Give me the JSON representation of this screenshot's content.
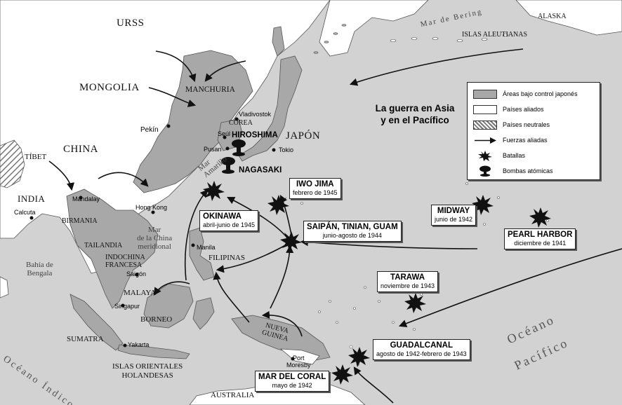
{
  "countries": {
    "urss": "URSS",
    "mongolia": "MONGOLIA",
    "manchuria": "MANCHURIA",
    "china": "CHINA",
    "tibet": "TÍBET",
    "india": "INDIA",
    "japon": "JAPÓN",
    "corea": "COREA",
    "birmania": "BIRMANIA",
    "tailandia": "TAILANDIA",
    "indochina1": "INDOCHINA",
    "indochina2": "FRANCESA",
    "filipinas": "FILIPINAS",
    "malaya": "MALAYA",
    "borneo": "BORNEO",
    "sumatra": "SUMATRA",
    "islas_orientales1": "ISLAS ORIENTALES",
    "islas_orientales2": "HOLANDESAS",
    "nueva_guinea1": "NUEVA",
    "nueva_guinea2": "GUINEA",
    "australia": "AUSTRALIA",
    "alaska": "ALASKA",
    "aleutianas": "ISLAS ALEUTIANAS"
  },
  "seas": {
    "bering": "Mar de Bering",
    "amarillo1": "Mar",
    "amarillo2": "Amarillo",
    "china_meridional1": "Mar",
    "china_meridional2": "de la China",
    "china_meridional3": "meridional",
    "bengala1": "Bahía de",
    "bengala2": "Bengala",
    "indico": "Océano Índico",
    "pacifico1": "Océano",
    "pacifico2": "Pacífico"
  },
  "cities": {
    "vladivostok": "Vladivostok",
    "pekin": "Pekín",
    "seul": "Seúl",
    "pusan": "Pusan",
    "tokio": "Tokio",
    "hong_kong": "Hong Kong",
    "mandalay": "Mandalay",
    "calcuta": "Calcuta",
    "manila": "Manila",
    "saigon": "Saigón",
    "singapur": "Singapur",
    "yakarta": "Yakarta",
    "port_moresby1": "Port",
    "port_moresby2": "Moresby"
  },
  "atomic": {
    "hiroshima": "HIROSHIMA",
    "nagasaki": "NAGASAKI"
  },
  "title": {
    "line1": "La guerra en Asia",
    "line2": "y en el Pacífico"
  },
  "legend": {
    "items": [
      {
        "label": "Áreas bajo control japonés"
      },
      {
        "label": "Países aliados"
      },
      {
        "label": "Países neutrales"
      },
      {
        "label": "Fuerzas aliadas"
      },
      {
        "label": "Batallas"
      },
      {
        "label": "Bombas atómicas"
      }
    ]
  },
  "battles": {
    "iwo_jima": {
      "name": "IWO JIMA",
      "date": "febrero de 1945"
    },
    "okinawa": {
      "name": "OKINAWA",
      "date": "abril-junio de 1945"
    },
    "saipan": {
      "name": "SAIPÁN, TINIAN, GUAM",
      "date": "junio-agosto de 1944"
    },
    "midway": {
      "name": "MIDWAY",
      "date": "junio de 1942"
    },
    "pearl_harbor": {
      "name": "PEARL HARBOR",
      "date": "diciembre de 1941"
    },
    "tarawa": {
      "name": "TARAWA",
      "date": "noviembre de 1943"
    },
    "guadalcanal": {
      "name": "GUADALCANAL",
      "date": "agosto de 1942-febrero de 1943"
    },
    "mar_del_coral": {
      "name": "MAR DEL CORAL",
      "date": "mayo de 1942"
    }
  },
  "colors": {
    "sea": "#d2d2d2",
    "allied": "#ffffff",
    "japanese_control": "#a8a8a8",
    "neutral_hatch": "#777777",
    "arrow": "#111111"
  }
}
